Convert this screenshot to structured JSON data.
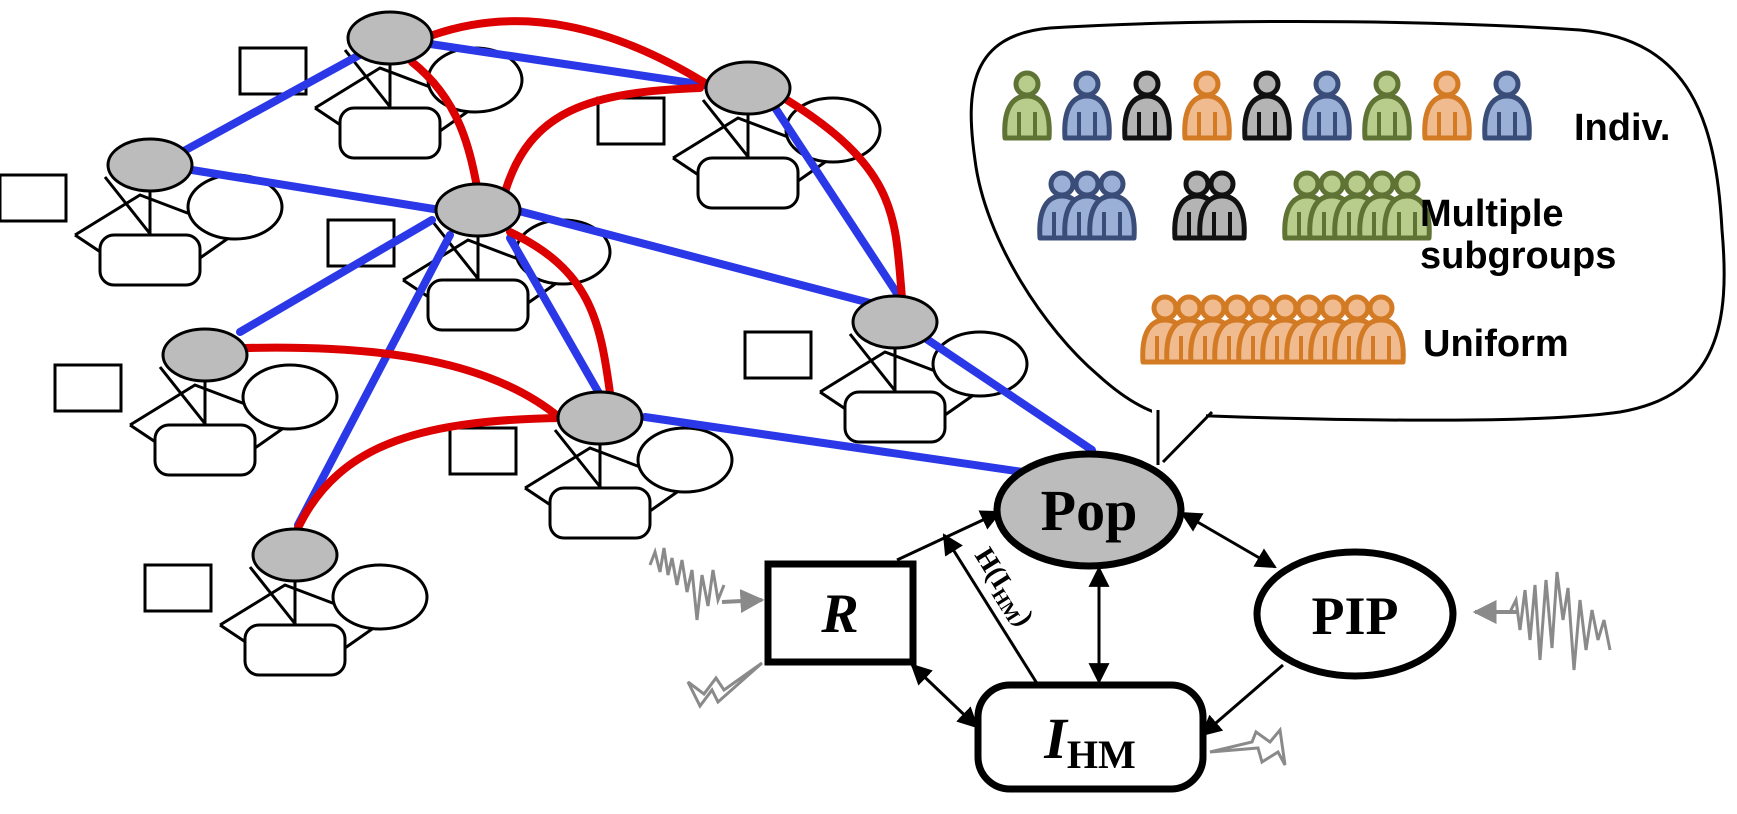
{
  "colors": {
    "red_link": "#dd0000",
    "blue_link": "#2a38e8",
    "node_gray": "#bcbcbc",
    "wave_gray": "#8a8a8a",
    "green": "#b8cc8c",
    "green_stroke": "#5f7334",
    "blue": "#9bb0d6",
    "blue_stroke": "#3a4d79",
    "black_fill": "#b4b4b4",
    "black_stroke": "#111111",
    "orange": "#f0bb8e",
    "orange_stroke": "#d37a25"
  },
  "model": {
    "pop_label": "Pop",
    "pip_label": "PIP",
    "r_label": "R",
    "ihm_base": "I",
    "ihm_sub": "HM",
    "edge_label_prefix": "H(I",
    "edge_label_sub": "HM",
    "edge_label_suffix": ")"
  },
  "bubble": {
    "indiv_label": "Indiv.",
    "multiple_line1": "Multiple",
    "multiple_line2": "subgroups",
    "uniform_label": "Uniform",
    "indiv_people": [
      "green",
      "blue",
      "black",
      "orange",
      "black",
      "blue",
      "green",
      "orange",
      "blue"
    ],
    "subgroups": [
      {
        "color": "blue",
        "count": 3
      },
      {
        "color": "black",
        "count": 2
      },
      {
        "color": "green",
        "count": 5
      }
    ],
    "uniform": {
      "color": "orange",
      "count": 10
    }
  },
  "icons": [
    "person-icon",
    "lightning-icon",
    "noise-wave-icon"
  ]
}
